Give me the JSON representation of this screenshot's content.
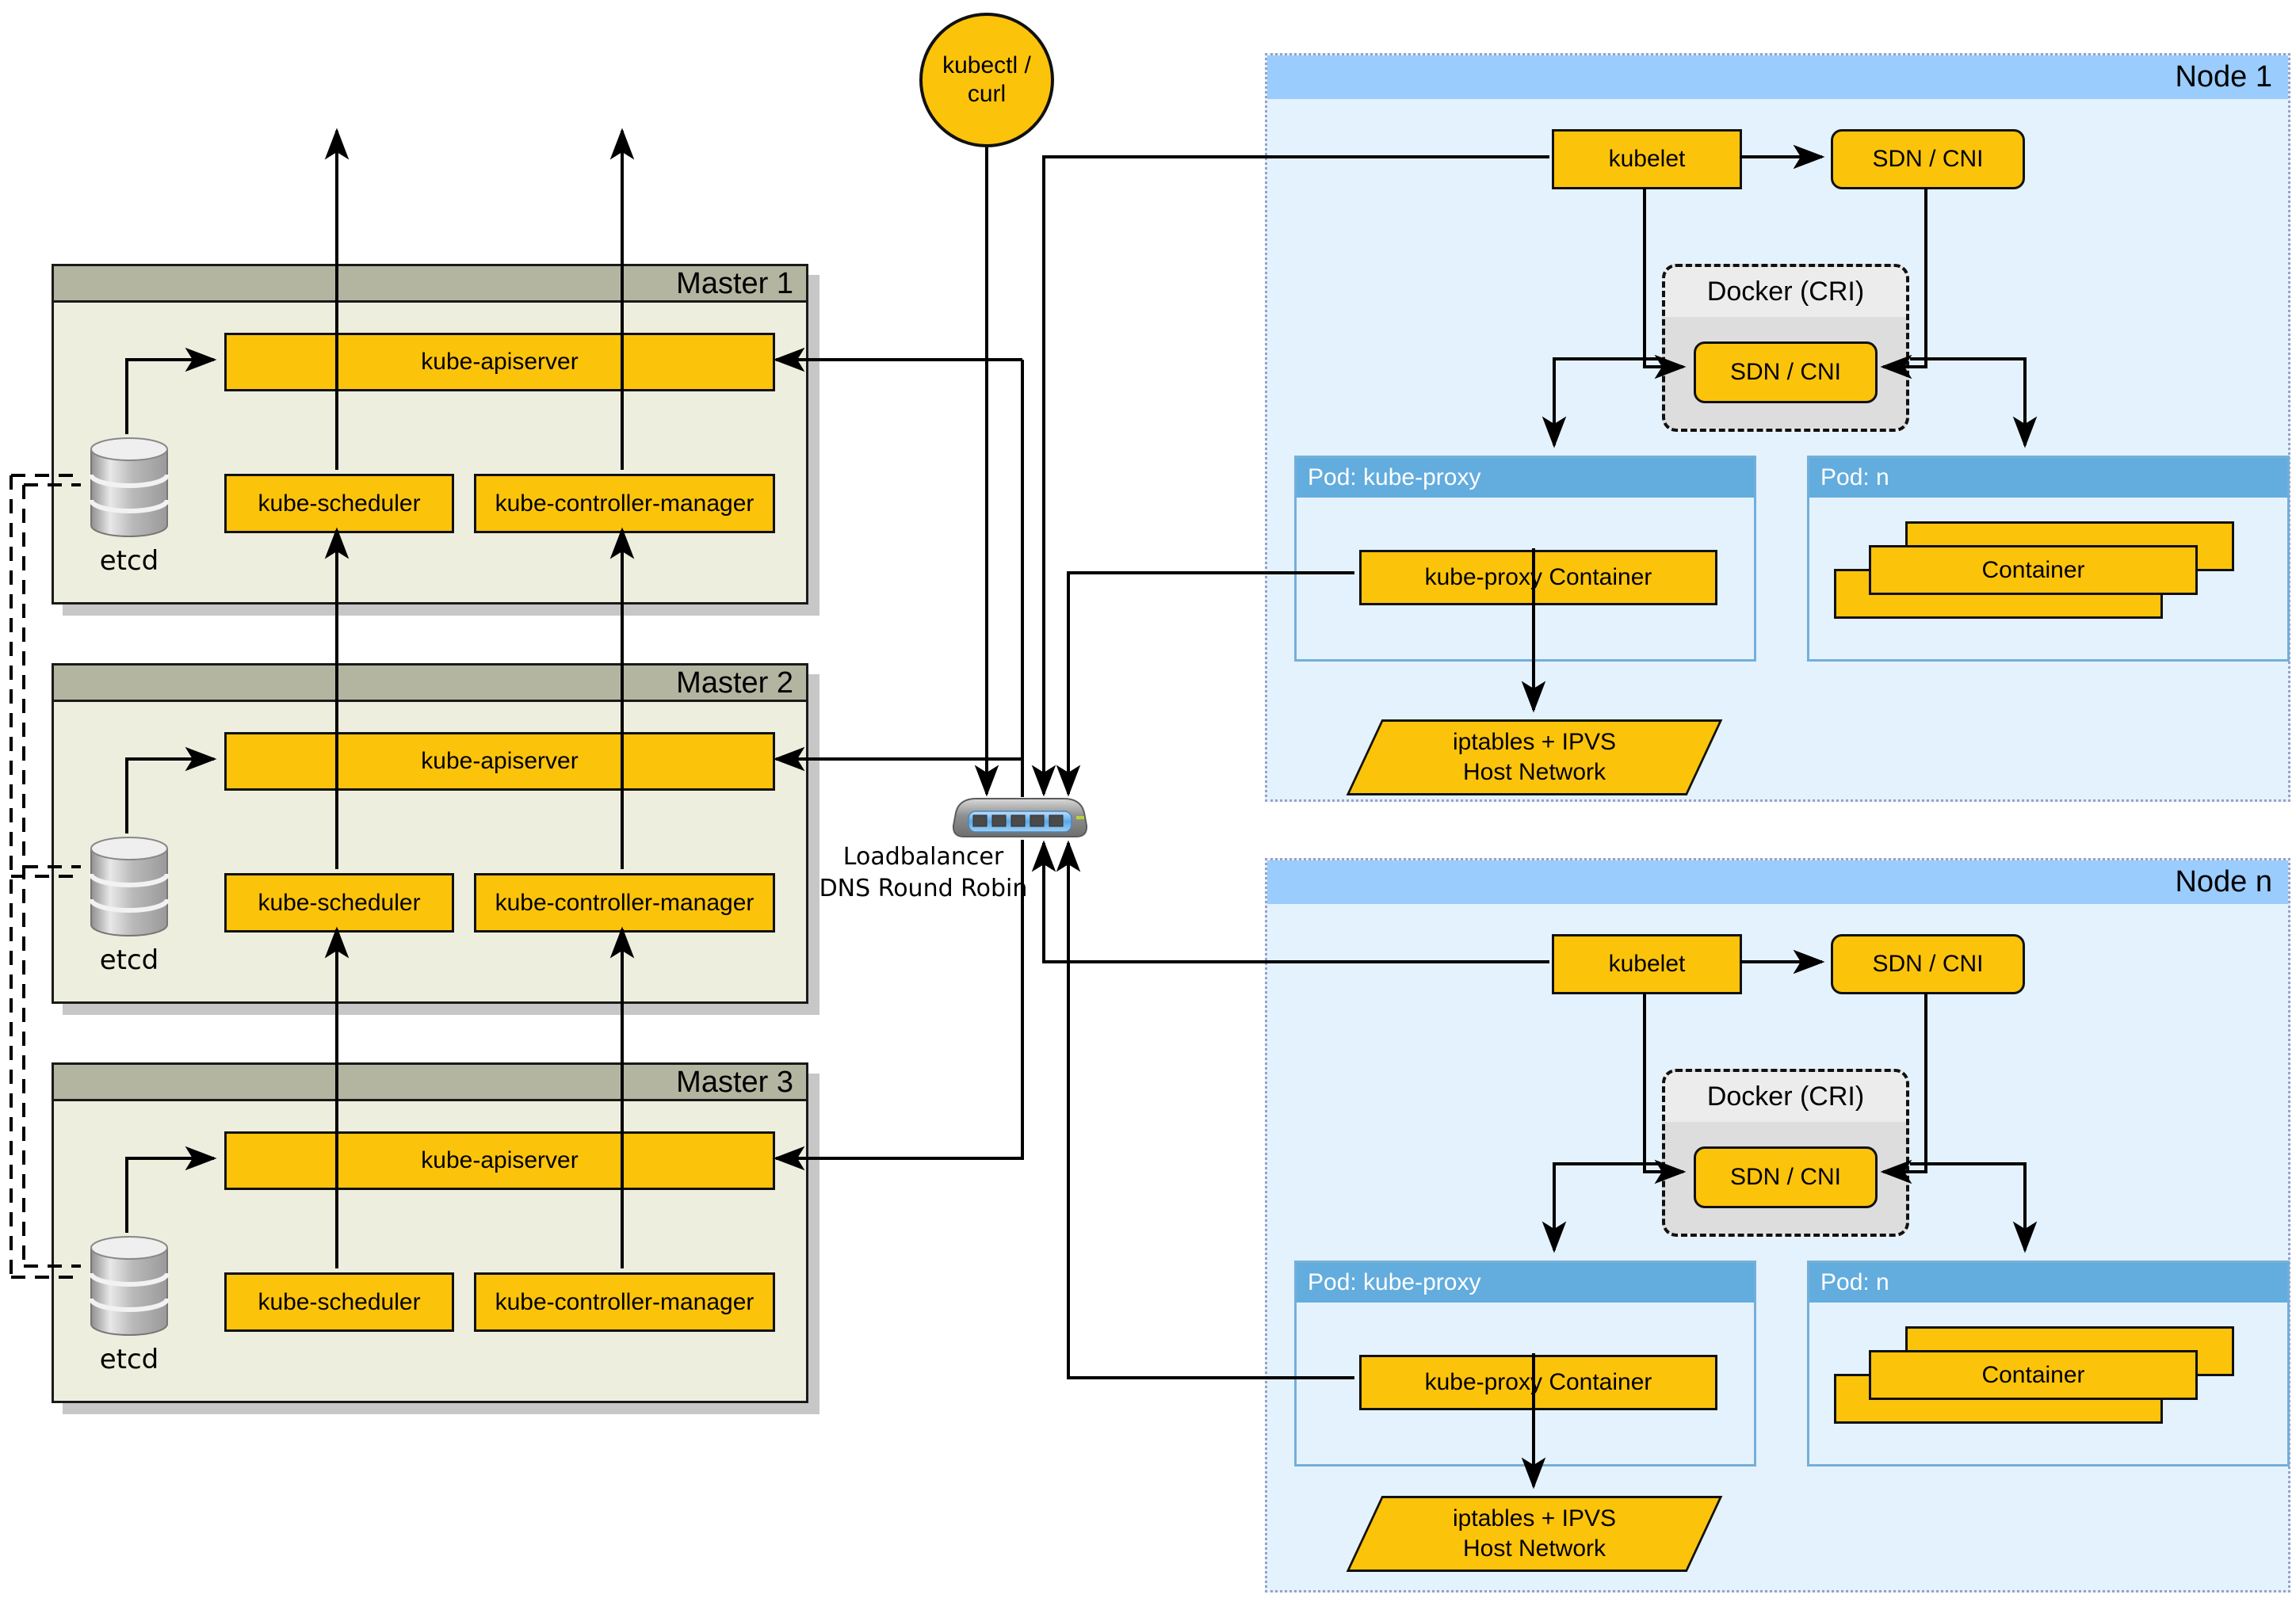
{
  "client": {
    "line1": "kubectl /",
    "line2": "curl"
  },
  "loadbalancer": {
    "line1": "Loadbalancer",
    "line2": "DNS Round Robin",
    "icon": "network-switch-icon"
  },
  "masters": [
    {
      "title": "Master 1",
      "etcd_label": "etcd",
      "apiserver": "kube-apiserver",
      "scheduler": "kube-scheduler",
      "controller_manager": "kube-controller-manager"
    },
    {
      "title": "Master 2",
      "etcd_label": "etcd",
      "apiserver": "kube-apiserver",
      "scheduler": "kube-scheduler",
      "controller_manager": "kube-controller-manager"
    },
    {
      "title": "Master 3",
      "etcd_label": "etcd",
      "apiserver": "kube-apiserver",
      "scheduler": "kube-scheduler",
      "controller_manager": "kube-controller-manager"
    }
  ],
  "nodes": [
    {
      "title": "Node 1",
      "kubelet": "kubelet",
      "sdn_cni": "SDN / CNI",
      "docker_title": "Docker (CRI)",
      "docker_sdn_cni": "SDN / CNI",
      "pod_proxy_title": "Pod: kube-proxy",
      "proxy_container": "kube-proxy Container",
      "pod_n_title": "Pod: n",
      "container_label": "Container",
      "iptables_line1": "iptables + IPVS",
      "iptables_line2": "Host Network"
    },
    {
      "title": "Node n",
      "kubelet": "kubelet",
      "sdn_cni": "SDN / CNI",
      "docker_title": "Docker (CRI)",
      "docker_sdn_cni": "SDN / CNI",
      "pod_proxy_title": "Pod: kube-proxy",
      "proxy_container": "kube-proxy Container",
      "pod_n_title": "Pod: n",
      "container_label": "Container",
      "iptables_line1": "iptables + IPVS",
      "iptables_line2": "Host Network"
    }
  ],
  "colors": {
    "component_yellow": "#FCC30B",
    "master_fill": "#EDEEDD",
    "master_header": "#B3B5A1",
    "node_fill": "#E4F2FE",
    "node_header": "#9ACCFD",
    "pod_header": "#63ACDE",
    "docker_fill": "#E3E3E3",
    "line": "#000000"
  }
}
